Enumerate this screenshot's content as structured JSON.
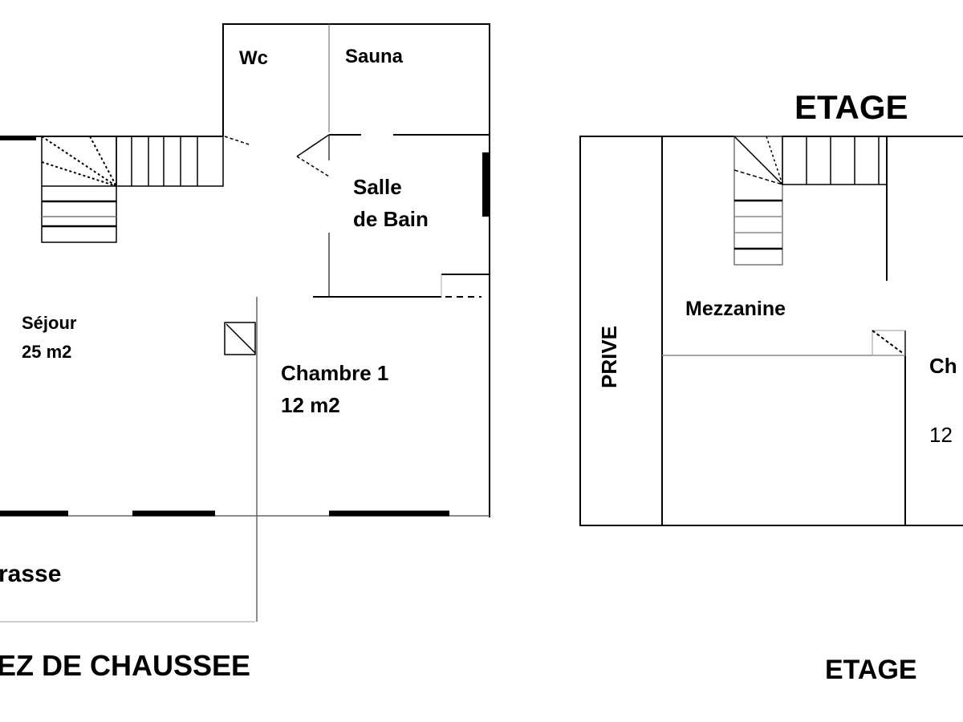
{
  "ground_floor": {
    "title": "EZ DE CHAUSSEE",
    "rooms": {
      "wc": "Wc",
      "sauna": "Sauna",
      "bathroom_line1": "Salle",
      "bathroom_line2": "de Bain",
      "living_name": "Séjour",
      "living_area": "25 m2",
      "bedroom1_name": "Chambre 1",
      "bedroom1_area": "12 m2",
      "terrace": "rasse"
    }
  },
  "upper_floor": {
    "title_top": "ETAGE",
    "title_bottom": "ETAGE",
    "rooms": {
      "private": "PRIVE",
      "mezzanine": "Mezzanine",
      "bedroom_name": "Ch",
      "bedroom_area": "12"
    }
  },
  "colors": {
    "line": "#000000",
    "background": "#ffffff"
  }
}
